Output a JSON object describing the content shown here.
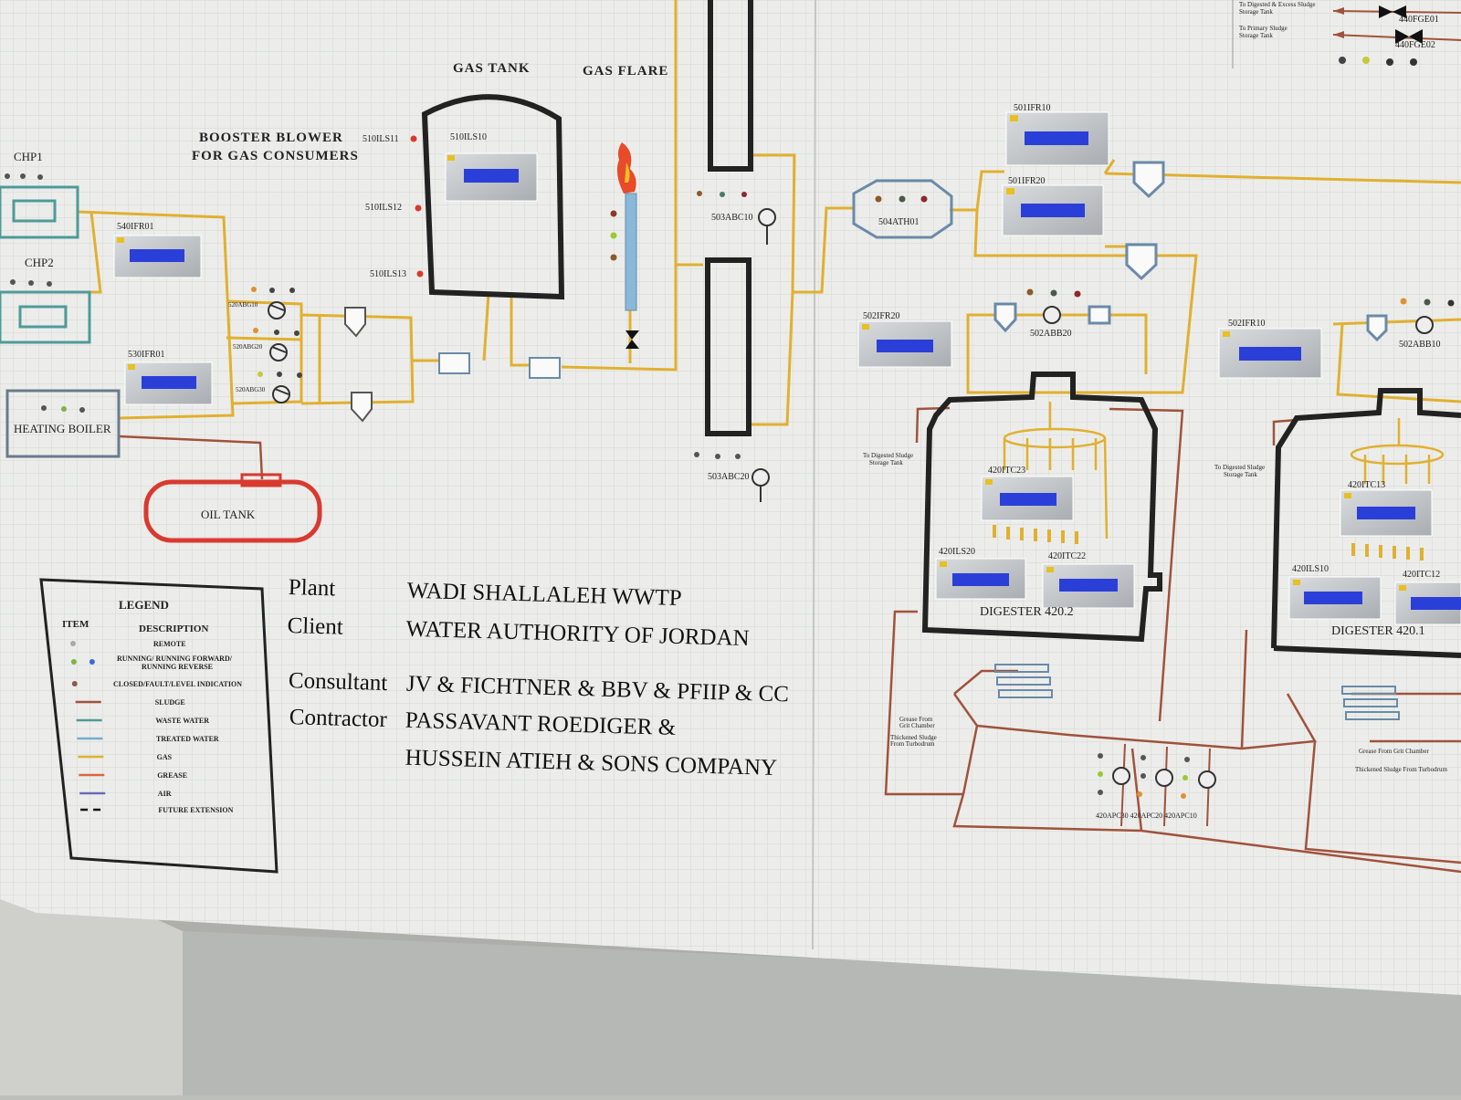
{
  "headings": {
    "gas_tank": "GAS TANK",
    "gas_flare": "GAS FLARE",
    "booster_blower_1": "BOOSTER BLOWER",
    "booster_blower_2": "FOR GAS CONSUMERS",
    "chp1": "CHP1",
    "chp2": "CHP2",
    "heating_boiler": "HEATING BOILER",
    "oil_tank": "OIL TANK",
    "digester_2": "DIGESTER 420.2",
    "digester_1": "DIGESTER 420.1"
  },
  "tags": {
    "t540IFR01": "540IFR01",
    "t530IFR01": "530IFR01",
    "t520ABG10": "520ABG10",
    "t520ABG20": "520ABG20",
    "t520ABG30": "520ABG30",
    "t510ILS10": "510ILS10",
    "t510ILS11": "510ILS11",
    "t510ILS12": "510ILS12",
    "t510ILS13": "510ILS13",
    "t503ABC10": "503ABC10",
    "t503ABC20": "503ABC20",
    "t504ATH01": "504ATH01",
    "t501IFR10": "501IFR10",
    "t501IFR20": "501IFR20",
    "t502IFR20": "502IFR20",
    "t502IFR10": "502IFR10",
    "t502ABB20": "502ABB20",
    "t502ABB10": "502ABB10",
    "t420ITC23": "420ITC23",
    "t420ILS20": "420ILS20",
    "t420ITC22": "420ITC22",
    "t420ITC13": "420ITC13",
    "t420ILS10": "420ILS10",
    "t420ITC12": "420ITC12",
    "t420APC": "420APC30 420APC20 420APC10",
    "t440FGE01": "440FGE01",
    "t440FGE02": "440FGE02"
  },
  "notes": {
    "to_digested_excess_1": "To Digested & Excess Sludge",
    "to_digested_excess_2": "Storage Tank",
    "to_primary_1": "To Primary Sludge",
    "to_primary_2": "Storage Tank",
    "to_digested_a1": "To Digested Sludge",
    "to_digested_a2": "Storage Tank",
    "to_digested_b1": "To Digested Sludge",
    "to_digested_b2": "Storage Tank",
    "grease_left_1": "Grease From",
    "grease_left_2": "Grit Chamber",
    "thick_left_1": "Thickened Sludge",
    "thick_left_2": "From Turbodrum",
    "grease_right": "Grease From Grit Chamber",
    "thick_right": "Thickened Sludge From Turbodrum"
  },
  "legend": {
    "title": "LEGEND",
    "col_item": "ITEM",
    "col_desc": "DESCRIPTION",
    "rows": [
      {
        "desc": "REMOTE",
        "kind": "dot",
        "color": "#aaaaaa"
      },
      {
        "desc": "RUNNING/ RUNNING FORWARD/",
        "desc2": "RUNNING REVERSE",
        "kind": "dots",
        "color": "#7fb24a"
      },
      {
        "desc": "CLOSED/FAULT/LEVEL INDICATION",
        "kind": "dot",
        "color": "#8a5a4a"
      },
      {
        "desc": "SLUDGE",
        "kind": "line",
        "color": "#a0523d"
      },
      {
        "desc": "WASTE WATER",
        "kind": "line",
        "color": "#4f9a9a"
      },
      {
        "desc": "TREATED WATER",
        "kind": "line",
        "color": "#7aaad0"
      },
      {
        "desc": "GAS",
        "kind": "line",
        "color": "#e0b030"
      },
      {
        "desc": "GREASE",
        "kind": "line",
        "color": "#d8693a"
      },
      {
        "desc": "AIR",
        "kind": "line",
        "color": "#6a6ab8"
      },
      {
        "desc": "FUTURE EXTENSION",
        "kind": "dash",
        "color": "#111111"
      }
    ]
  },
  "project": {
    "plant_label": "Plant",
    "plant_value": "WADI SHALLALEH WWTP",
    "client_label": "Client",
    "client_value": "WATER AUTHORITY OF JORDAN",
    "consultant_label": "Consultant",
    "consultant_value": "JV & FICHTNER & BBV & PFIIP & CC",
    "contractor_label": "Contractor",
    "contractor_value": "PASSAVANT ROEDIGER &",
    "contractor_value2": "HUSSEIN ATIEH & SONS COMPANY"
  },
  "colors": {
    "gas": "#e0b030",
    "sludge": "#a0523d",
    "waste_water": "#4f9a9a",
    "oil_tank": "#d83a30",
    "display": "#2a3fd8",
    "flame": "#e84a2a"
  }
}
